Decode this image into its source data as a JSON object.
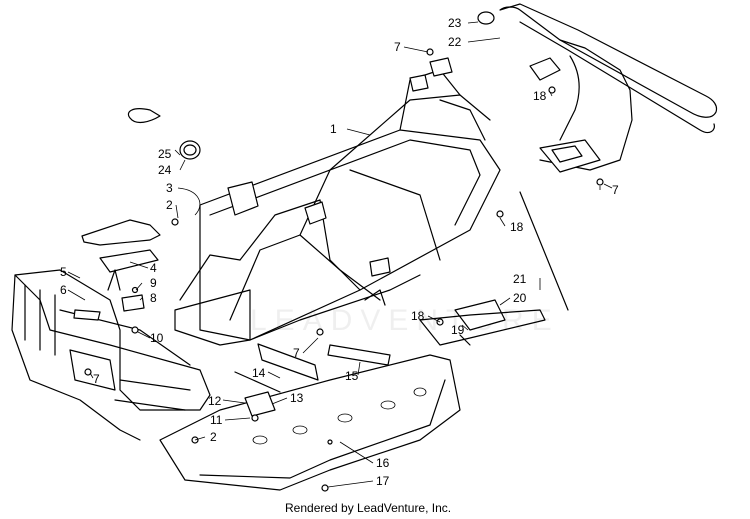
{
  "diagram": {
    "credit": "Rendered by LeadVenture, Inc.",
    "watermark": "LEADVENTURE",
    "callouts": [
      {
        "id": "23",
        "label": "23"
      },
      {
        "id": "22",
        "label": "22"
      },
      {
        "id": "7a",
        "label": "7"
      },
      {
        "id": "18a",
        "label": "18"
      },
      {
        "id": "1",
        "label": "1"
      },
      {
        "id": "25",
        "label": "25"
      },
      {
        "id": "24",
        "label": "24"
      },
      {
        "id": "3",
        "label": "3"
      },
      {
        "id": "2a",
        "label": "2"
      },
      {
        "id": "7b",
        "label": "7"
      },
      {
        "id": "18b",
        "label": "18"
      },
      {
        "id": "4",
        "label": "4"
      },
      {
        "id": "5",
        "label": "5"
      },
      {
        "id": "6",
        "label": "6"
      },
      {
        "id": "9",
        "label": "9"
      },
      {
        "id": "8",
        "label": "8"
      },
      {
        "id": "10",
        "label": "10"
      },
      {
        "id": "21",
        "label": "21"
      },
      {
        "id": "20",
        "label": "20"
      },
      {
        "id": "18c",
        "label": "18"
      },
      {
        "id": "19",
        "label": "19"
      },
      {
        "id": "7c",
        "label": "7"
      },
      {
        "id": "7d",
        "label": "7"
      },
      {
        "id": "14",
        "label": "14"
      },
      {
        "id": "15",
        "label": "15"
      },
      {
        "id": "12",
        "label": "12"
      },
      {
        "id": "13",
        "label": "13"
      },
      {
        "id": "11",
        "label": "11"
      },
      {
        "id": "2b",
        "label": "2"
      },
      {
        "id": "16",
        "label": "16"
      },
      {
        "id": "17",
        "label": "17"
      }
    ]
  }
}
